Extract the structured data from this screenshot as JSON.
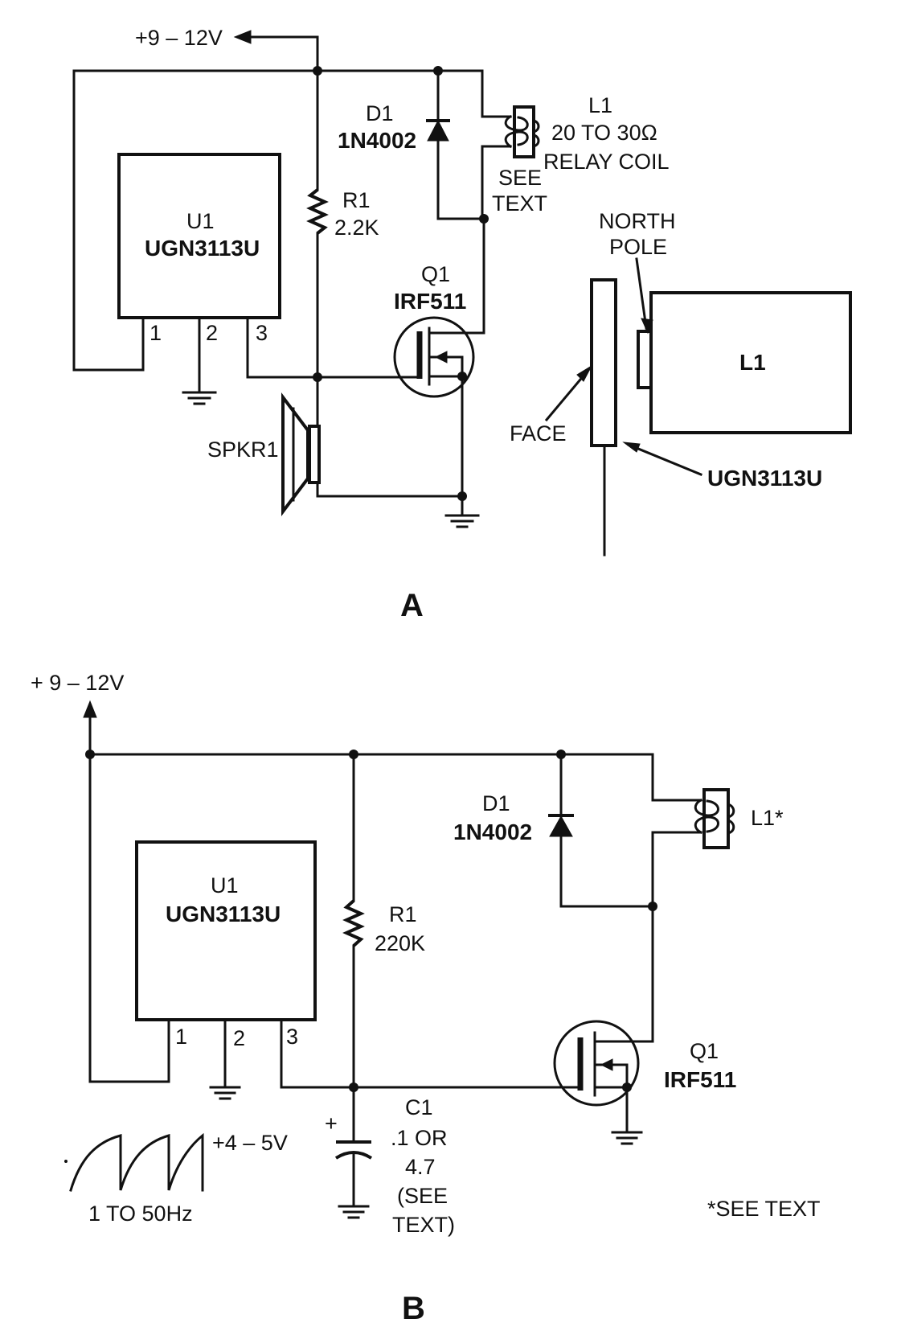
{
  "circuit_a": {
    "supply_label": "+9 – 12V",
    "u1_ref": "U1",
    "u1_part": "UGN3113U",
    "pin1": "1",
    "pin2": "2",
    "pin3": "3",
    "r1_ref": "R1",
    "r1_value": "2.2K",
    "d1_ref": "D1",
    "d1_part": "1N4002",
    "l1_ref": "L1",
    "l1_value": "20 TO 30Ω",
    "l1_desc": "RELAY COIL",
    "see_text_1": "SEE",
    "see_text_2": "TEXT",
    "q1_ref": "Q1",
    "q1_part": "IRF511",
    "spkr_ref": "SPKR1",
    "north_pole_1": "NORTH",
    "north_pole_2": "POLE",
    "face_label": "FACE",
    "sensor_label": "UGN3113U",
    "coil_box_label": "L1",
    "panel_label": "A"
  },
  "circuit_b": {
    "supply_label": "+ 9 – 12V",
    "u1_ref": "U1",
    "u1_part": "UGN3113U",
    "pin1": "1",
    "pin2": "2",
    "pin3": "3",
    "r1_ref": "R1",
    "r1_value": "220K",
    "d1_ref": "D1",
    "d1_part": "1N4002",
    "l1_ref": "L1*",
    "q1_ref": "Q1",
    "q1_part": "IRF511",
    "c1_ref": "C1",
    "c1_value_1": ".1 OR",
    "c1_value_2": "4.7",
    "c1_value_3": "(SEE",
    "c1_value_4": "TEXT)",
    "cap_plus": "+",
    "wave_amp": "+4 – 5V",
    "wave_freq": "1 TO 50Hz",
    "footnote": "*SEE TEXT",
    "panel_label": "B"
  }
}
